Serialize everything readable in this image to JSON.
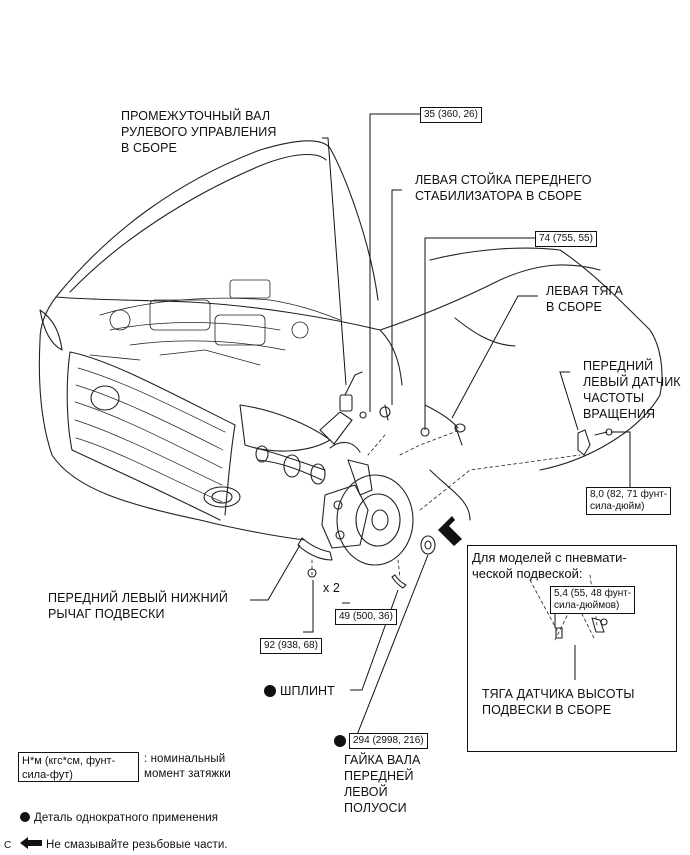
{
  "labels": {
    "intermediate_shaft": "ПРОМЕЖУТОЧНЫЙ ВАЛ\nРУЛЕВОГО УПРАВЛЕНИЯ\nВ СБОРЕ",
    "stabilizer_link": "ЛЕВАЯ СТОЙКА ПЕРЕДНЕГО\nСТАБИЛИЗАТОРА В СБОРЕ",
    "tie_rod": "ЛЕВАЯ ТЯГА\nВ СБОРЕ",
    "speed_sensor": "ПЕРЕДНИЙ\nЛЕВЫЙ ДАТЧИК\nЧАСТОТЫ\nВРАЩЕНИЯ",
    "lower_arm": "ПЕРЕДНИЙ ЛЕВЫЙ НИЖНИЙ\nРЫЧАГ ПОДВЕСКИ",
    "cotter_pin": "ШПЛИНТ",
    "axle_nut": "ГАЙКА ВАЛА\nПЕРЕДНЕЙ\nЛЕВОЙ\nПОЛУОСИ",
    "height_sensor_link": "ТЯГА ДАТЧИКА ВЫСОТЫ\nПОДВЕСКИ В СБОРЕ",
    "quantity": "x 2"
  },
  "torques": {
    "t35": "35 (360, 26)",
    "t74": "74 (755, 55)",
    "t8": "8,0 (82, 71 фунт-\nсила-дюйм)",
    "t49": "49 (500, 36)",
    "t92": "92 (938, 68)",
    "t294": "294 (2998, 216)",
    "t54": "5,4 (55, 48 фунт-\nсила-дюймов)"
  },
  "inset": {
    "title": "Для моделей с пневмати-\nческой подвеской:"
  },
  "legend": {
    "unit_box": "Н*м (кгс*см, фунт-\nсила-фут)",
    "unit_desc": ": номинальный\nмомент затяжки",
    "single_use": "Деталь однократного применения",
    "no_lube": "Не смазывайте резьбовые части."
  },
  "corner_mark": "C"
}
